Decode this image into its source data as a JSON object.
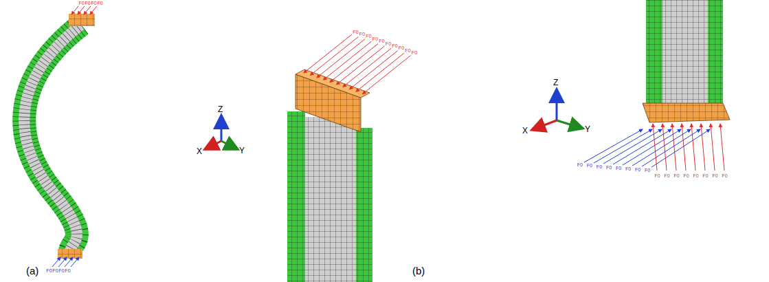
{
  "diagram": {
    "labels": [
      "(a)",
      "(b)",
      "Z",
      "X",
      "Y",
      "Z",
      "X",
      "Y",
      "F0",
      "F0",
      "F0",
      "F0",
      "F0",
      "F0",
      "F0",
      "F0",
      "F0",
      "F0",
      "F0",
      "F0",
      "F0",
      "F0",
      "F0",
      "F0",
      "F0",
      "F0",
      "F0",
      "F0",
      "F0",
      "F0",
      "F0",
      "F0",
      "F0",
      "F0",
      "F0",
      "F0",
      "F0",
      "F0",
      "F0",
      "F0",
      "F0",
      "F0"
    ]
  }
}
